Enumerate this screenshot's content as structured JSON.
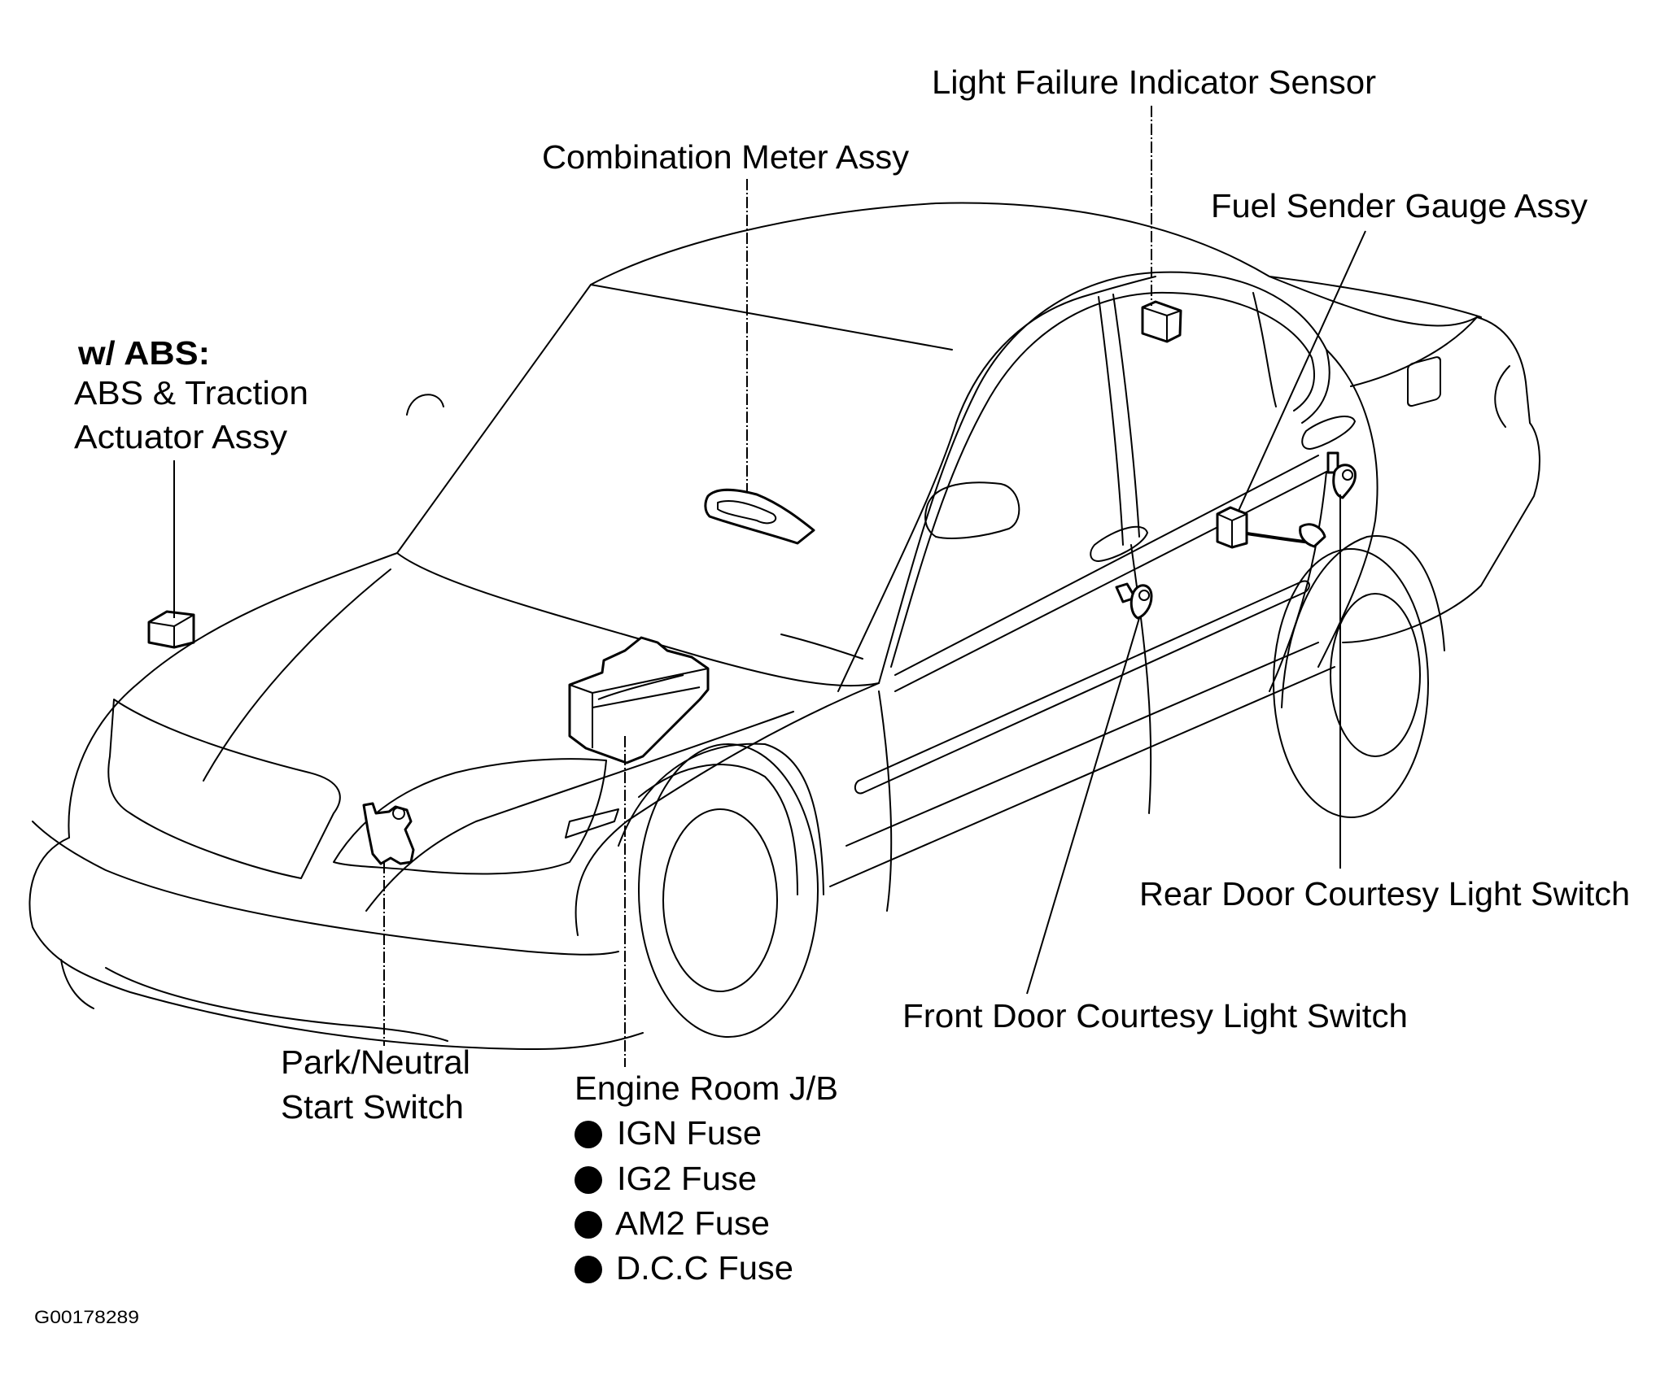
{
  "diagram": {
    "type": "component-location-diagram",
    "subject": "Vehicle body side view (front-left three-quarter perspective)",
    "figure_id": "G00178289",
    "labels": {
      "abs_condition": "w/ ABS:",
      "abs_line1": "ABS & Traction",
      "abs_line2": "Actuator Assy",
      "combination_meter": "Combination Meter Assy",
      "light_failure_sensor": "Light Failure Indicator Sensor",
      "fuel_sender": "Fuel Sender Gauge Assy",
      "rear_door_switch": "Rear Door Courtesy Light Switch",
      "front_door_switch": "Front Door Courtesy Light Switch",
      "park_neutral_line1": "Park/Neutral",
      "park_neutral_line2": "Start Switch",
      "engine_room_jb": "Engine Room J/B"
    },
    "engine_room_fuses": [
      {
        "bullet": "●",
        "label": "IGN Fuse"
      },
      {
        "bullet": "●",
        "label": "IG2 Fuse"
      },
      {
        "bullet": "●",
        "label": "AM2 Fuse"
      },
      {
        "bullet": "●",
        "label": "D.C.C Fuse"
      }
    ],
    "components": [
      {
        "id": "abs-actuator",
        "name": "ABS & Traction Actuator Assy",
        "condition": "w/ ABS"
      },
      {
        "id": "combination-meter",
        "name": "Combination Meter Assy"
      },
      {
        "id": "light-failure-sensor",
        "name": "Light Failure Indicator Sensor"
      },
      {
        "id": "fuel-sender-gauge",
        "name": "Fuel Sender Gauge Assy"
      },
      {
        "id": "rear-door-courtesy-switch",
        "name": "Rear Door Courtesy Light Switch"
      },
      {
        "id": "front-door-courtesy-switch",
        "name": "Front Door Courtesy Light Switch"
      },
      {
        "id": "park-neutral-start-switch",
        "name": "Park/Neutral Start Switch"
      },
      {
        "id": "engine-room-jb",
        "name": "Engine Room J/B"
      }
    ],
    "colors": {
      "ink": "#000000",
      "paper": "#ffffff"
    }
  }
}
